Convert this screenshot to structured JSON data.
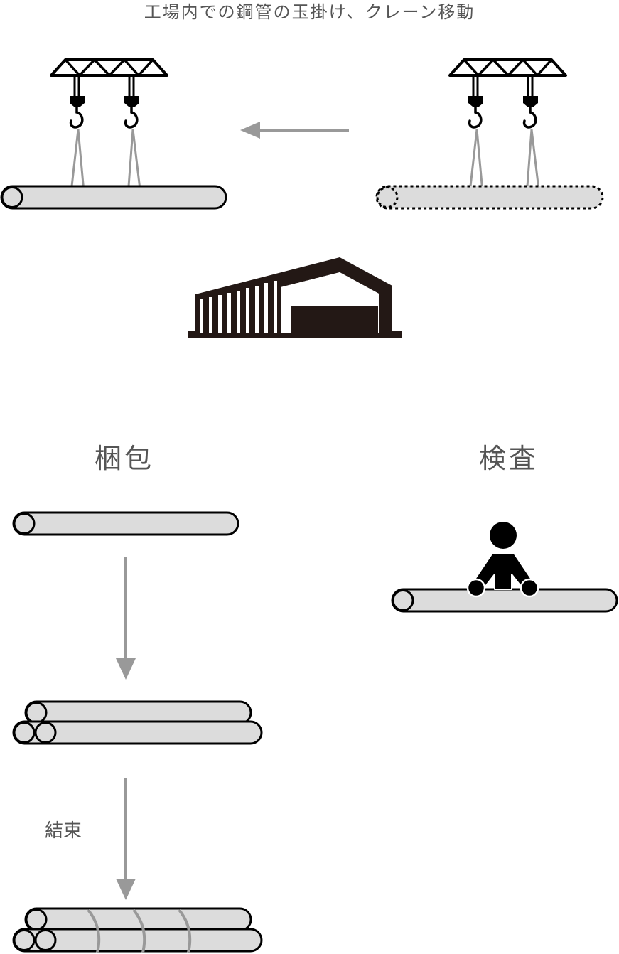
{
  "title": "工場内での鋼管の玉掛け、クレーン移動",
  "sections": {
    "packing": "梱包",
    "inspection": "検査"
  },
  "step_label": "結束",
  "colors": {
    "pipe_fill": "#dcdcdc",
    "outline": "#000000",
    "arrow": "#999999",
    "sling": "#999999",
    "building": "#231815",
    "text": "#555555"
  },
  "icons": [
    "crane-icon",
    "hook-icon",
    "factory-icon",
    "inspector-icon",
    "steel-pipe-icon",
    "arrow-icon"
  ]
}
